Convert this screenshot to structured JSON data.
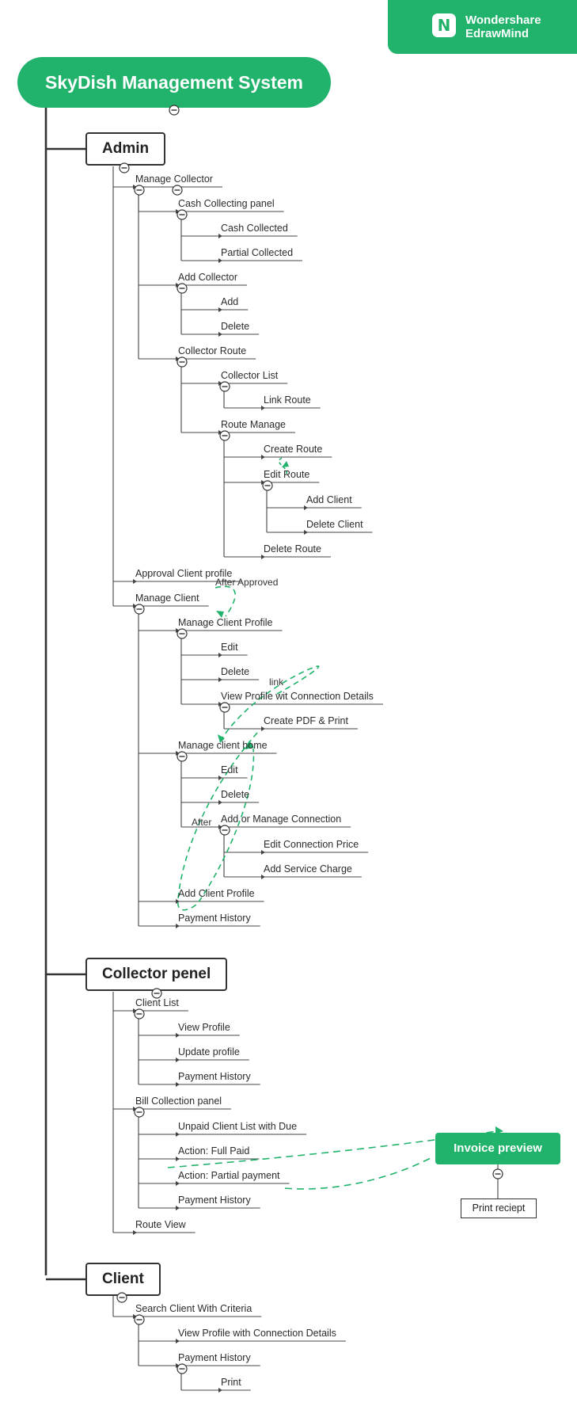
{
  "brand": {
    "line1": "Wondershare",
    "line2": "EdrawMind",
    "logo_icon": "edrawmind-logo-icon",
    "color": "#21b36b"
  },
  "root": {
    "title": "SkyDish Management System"
  },
  "categories": {
    "admin": "Admin",
    "collector": "Collector penel",
    "client": "Client"
  },
  "nodes": [
    {
      "label": "Manage Collector"
    },
    {
      "label": "Cash Collecting panel"
    },
    {
      "label": "Cash Collected"
    },
    {
      "label": "Partial Collected"
    },
    {
      "label": "Add Collector"
    },
    {
      "label": "Add"
    },
    {
      "label": "Delete"
    },
    {
      "label": "Collector Route"
    },
    {
      "label": "Collector List"
    },
    {
      "label": "Link Route"
    },
    {
      "label": "Route Manage"
    },
    {
      "label": "Create Route"
    },
    {
      "label": "Edit Route"
    },
    {
      "label": "Add Client"
    },
    {
      "label": "Delete Client"
    },
    {
      "label": "Delete Route"
    },
    {
      "label": "Approval Client profile"
    },
    {
      "label": "Manage Client"
    },
    {
      "label": "Manage Client Profile"
    },
    {
      "label": "Edit"
    },
    {
      "label": "Delete"
    },
    {
      "label": "View Profile wit Connection Details"
    },
    {
      "label": "Create PDF & Print"
    },
    {
      "label": "Manage client home"
    },
    {
      "label": "Edit"
    },
    {
      "label": "Delete"
    },
    {
      "label": "Add or Manage Connection"
    },
    {
      "label": "Edit Connection Price"
    },
    {
      "label": "Add Service Charge"
    },
    {
      "label": "Add Client Profile"
    },
    {
      "label": "Payment History"
    },
    {
      "label": "Client List"
    },
    {
      "label": "View Profile"
    },
    {
      "label": "Update profile"
    },
    {
      "label": "Payment History"
    },
    {
      "label": "Bill Collection panel"
    },
    {
      "label": "Unpaid Client List with Due"
    },
    {
      "label": "Action: Full Paid"
    },
    {
      "label": "Action: Partial payment"
    },
    {
      "label": "Payment History"
    },
    {
      "label": "Route View"
    },
    {
      "label": "Search Client With Criteria"
    },
    {
      "label": "View Profile with Connection Details"
    },
    {
      "label": "Payment History"
    },
    {
      "label": "Print"
    }
  ],
  "notes": {
    "after_approved": "After Approved",
    "link": "link",
    "after": "After"
  },
  "floating": {
    "invoice_preview": "Invoice preview",
    "print_receipt": "Print reciept"
  },
  "colors": {
    "accent": "#21b36b",
    "line": "#444444"
  }
}
